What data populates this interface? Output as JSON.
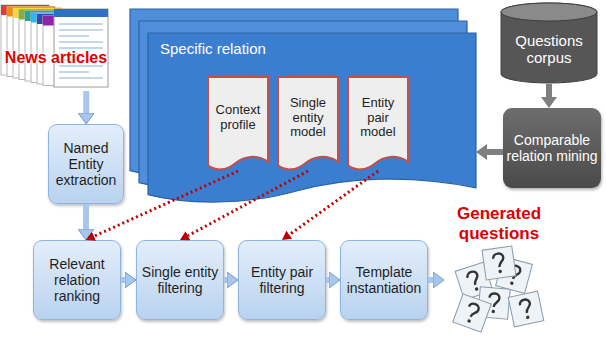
{
  "diagram": {
    "nodes": [
      {
        "text": [
          "News articles"
        ]
      },
      {
        "text": [
          "Specific relation"
        ]
      },
      {
        "text": [
          "Context profile"
        ],
        "in": 1
      },
      {
        "text": [
          "Single entity model"
        ],
        "in": 1
      },
      {
        "text": [
          "Entity pair model"
        ],
        "in": 1
      },
      {
        "text": [
          "Questions corpus"
        ]
      },
      {
        "text": [
          "Named Entity extraction"
        ]
      },
      {
        "text": [
          "Comparable relation mining"
        ]
      },
      {
        "text": [
          "Relevant relation ranking"
        ]
      },
      {
        "text": [
          "Single entity filtering"
        ]
      },
      {
        "text": [
          "Entity pair filtering"
        ]
      },
      {
        "text": [
          "Template instantiation"
        ]
      },
      {
        "text": [
          "Generated questions"
        ]
      }
    ],
    "edges": [
      {
        "from": 0,
        "to": 6,
        "arrow": "to"
      },
      {
        "from": 6,
        "to": 8,
        "arrow": "to"
      },
      {
        "from": 5,
        "to": 7,
        "arrow": "to"
      },
      {
        "from": 7,
        "to": 1,
        "arrow": "to"
      },
      {
        "from": 2,
        "to": 8,
        "arrow": "to"
      },
      {
        "from": 3,
        "to": 9,
        "arrow": "to"
      },
      {
        "from": 4,
        "to": 10,
        "arrow": "to"
      },
      {
        "from": 8,
        "to": 9,
        "arrow": "to"
      },
      {
        "from": 9,
        "to": 10,
        "arrow": "to"
      },
      {
        "from": 10,
        "to": 11,
        "arrow": "to"
      },
      {
        "from": 11,
        "to": 12,
        "arrow": "to"
      }
    ]
  }
}
